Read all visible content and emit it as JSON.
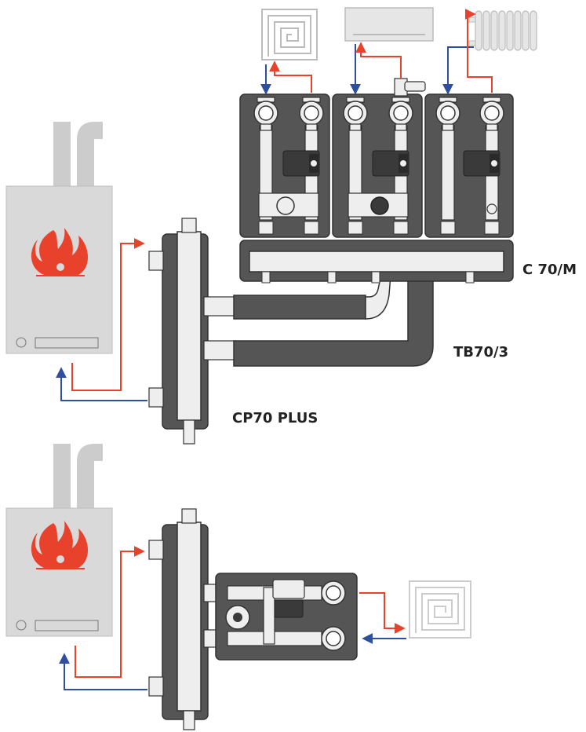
{
  "labels": {
    "manifold": "C 70/M",
    "connection_pipe": "TB70/3",
    "hydraulic_separator": "CP70 PLUS"
  },
  "colors": {
    "hot": "#e8412c",
    "cold": "#2f4f9e",
    "module": "#555555",
    "module_stroke": "#333333",
    "boiler": "#d9d9d9",
    "metal": "#eeeeee",
    "pump": "#3a3a3a",
    "flame": "#e8412c",
    "emitter": "#cccccc"
  },
  "icons": {
    "boiler": "boiler-icon",
    "flame": "flame-icon",
    "floor_heating": "floor-heating-icon",
    "fan_coil": "fan-coil-icon",
    "radiator": "radiator-icon"
  }
}
